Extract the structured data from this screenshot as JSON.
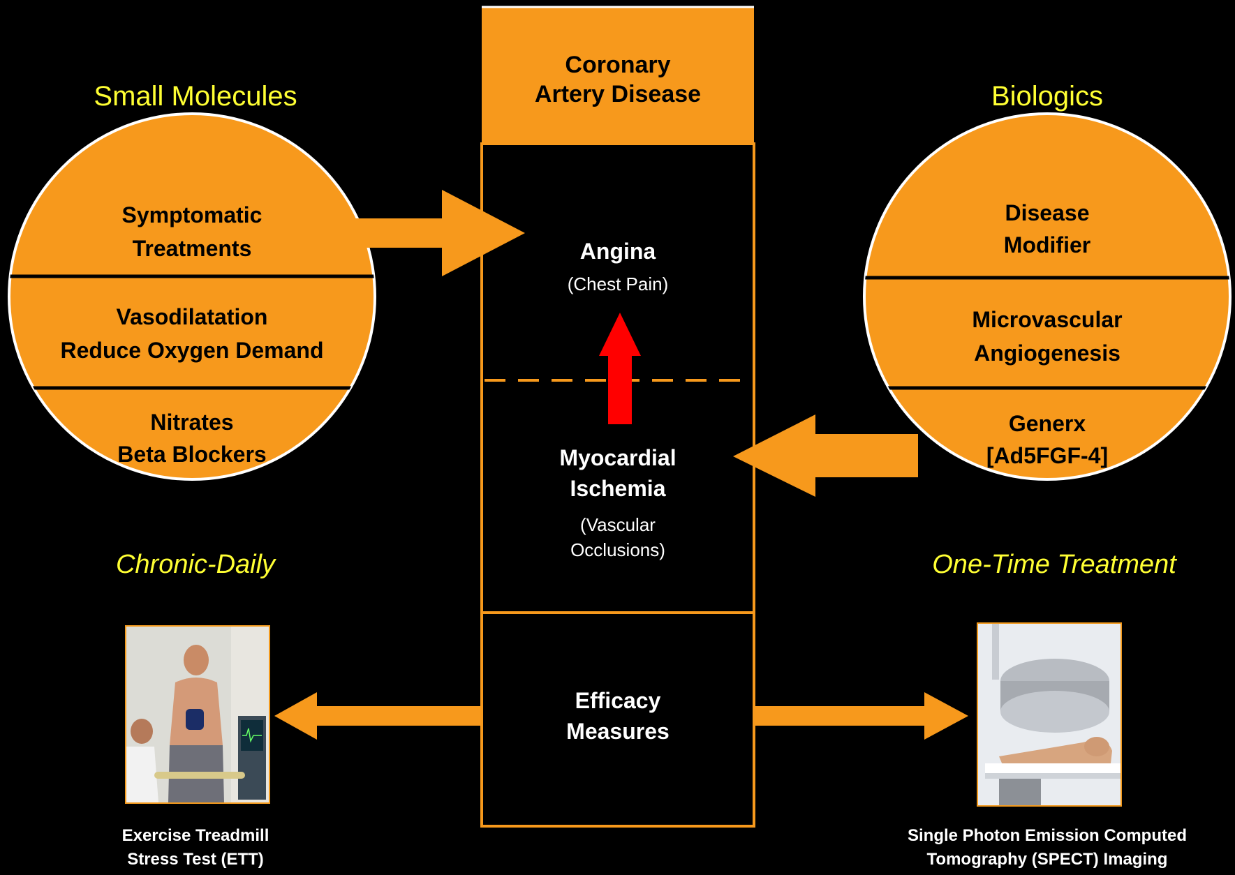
{
  "left_heading": "Small Molecules",
  "right_heading": "Biologics",
  "left_subheading": "Chronic-Daily",
  "right_subheading": "One-Time Treatment",
  "center": {
    "title_line1": "Coronary",
    "title_line2": "Artery Disease",
    "angina_title": "Angina",
    "angina_sub": "(Chest Pain)",
    "ischemia_line1": "Myocardial",
    "ischemia_line2": "Ischemia",
    "ischemia_sub1": "(Vascular",
    "ischemia_sub2": "Occlusions)",
    "efficacy_line1": "Efficacy",
    "efficacy_line2": "Measures"
  },
  "left_circle": {
    "section1_line1": "Symptomatic",
    "section1_line2": "Treatments",
    "section2_line1": "Vasodilatation",
    "section2_line2": "Reduce Oxygen Demand",
    "section3_line1": "Nitrates",
    "section3_line2": "Beta Blockers"
  },
  "right_circle": {
    "section1_line1": "Disease",
    "section1_line2": "Modifier",
    "section2_line1": "Microvascular",
    "section2_line2": "Angiogenesis",
    "section3_line1": "Generx",
    "section3_line2": "[Ad5FGF-4]"
  },
  "left_caption_line1": "Exercise Treadmill",
  "left_caption_line2": "Stress Test (ETT)",
  "right_caption_line1": "Single Photon Emission Computed",
  "right_caption_line2": "Tomography (SPECT) Imaging",
  "colors": {
    "background": "#000000",
    "orange": "#f7991c",
    "heading_yellow": "#ffff33",
    "red_arrow": "#ff0000"
  },
  "icons": {
    "left_photo": "treadmill-stress-test-photo",
    "right_photo": "spect-scanner-photo"
  }
}
